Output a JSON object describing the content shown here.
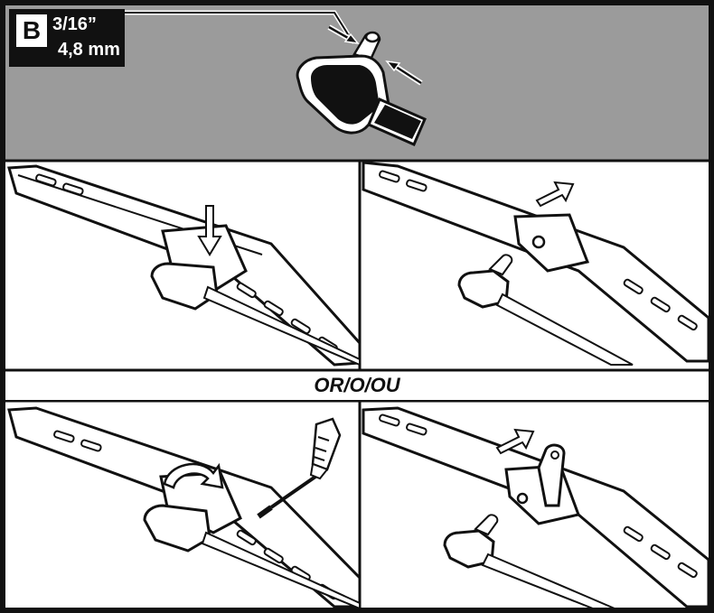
{
  "header": {
    "section_letter": "B",
    "size_imperial": "3/16”",
    "size_metric": "4,8 mm"
  },
  "separator": {
    "or_text": "OR/O/OU"
  },
  "colors": {
    "header_bg": "#9b9b9b",
    "line": "#111111",
    "panel_bg": "#ffffff"
  },
  "icons": [
    "screwdriver-icon",
    "rotation-arrow-icon",
    "push-down-arrow-icon",
    "slide-arrow-icon"
  ]
}
